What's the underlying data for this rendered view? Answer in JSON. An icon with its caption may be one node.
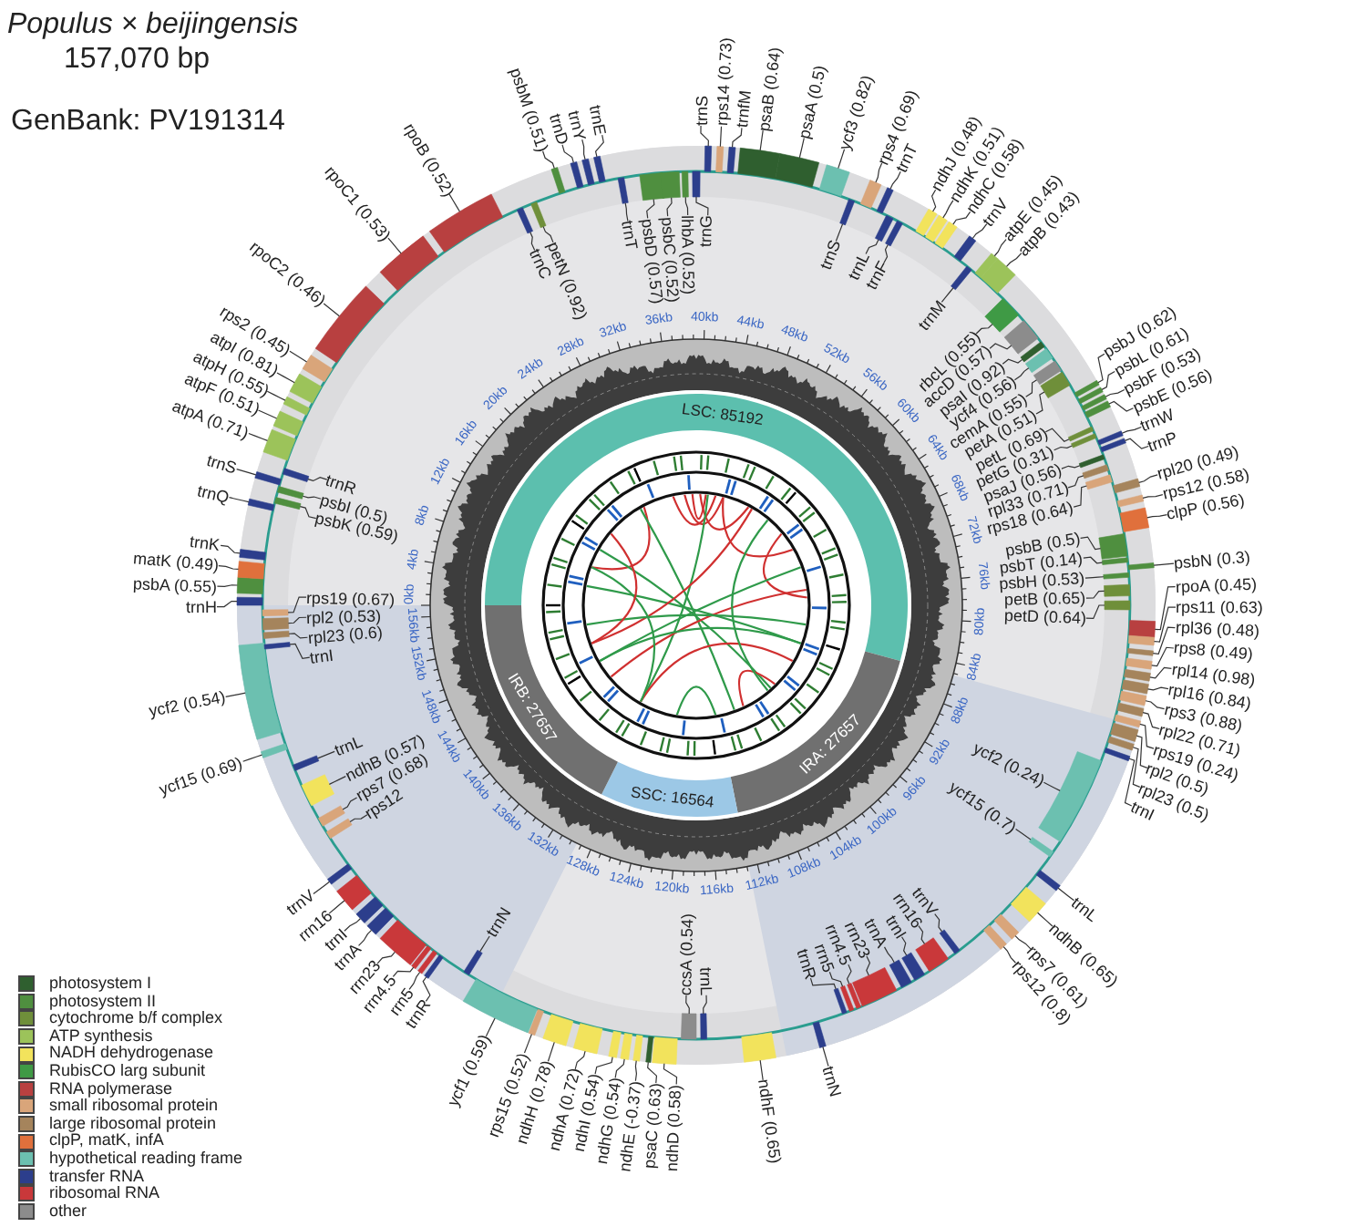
{
  "diagram": {
    "title": "Populus × beijingensis",
    "nodes": [
      {
        "text": [
          "trnH"
        ]
      },
      {
        "text": [
          "psbA (0.55)"
        ]
      },
      {
        "text": [
          "matK (0.49)"
        ]
      },
      {
        "text": [
          "trnK"
        ]
      },
      {
        "text": [
          "trnQ"
        ]
      },
      {
        "text": [
          "psbK (0.59)"
        ]
      },
      {
        "text": [
          "psbI (0.5)"
        ]
      },
      {
        "text": [
          "trnS"
        ]
      },
      {
        "text": [
          "trnR"
        ]
      },
      {
        "text": [
          "atpA (0.71)"
        ]
      },
      {
        "text": [
          "atpF (0.51)"
        ]
      },
      {
        "text": [
          "atpH (0.55)"
        ]
      },
      {
        "text": [
          "atpI (0.81)"
        ]
      },
      {
        "text": [
          "rps2 (0.45)"
        ]
      },
      {
        "text": [
          "rpoC2 (0.46)"
        ]
      },
      {
        "text": [
          "rpoC1 (0.53)"
        ]
      },
      {
        "text": [
          "rpoB (0.52)"
        ]
      },
      {
        "text": [
          "trnC"
        ]
      },
      {
        "text": [
          "petN (0.92)"
        ]
      },
      {
        "text": [
          "psbM (0.51)"
        ]
      },
      {
        "text": [
          "trnD"
        ]
      },
      {
        "text": [
          "trnY"
        ]
      },
      {
        "text": [
          "trnE"
        ]
      },
      {
        "text": [
          "trnT"
        ]
      },
      {
        "text": [
          "psbD (0.57)"
        ]
      },
      {
        "text": [
          "psbC (0.52)"
        ]
      },
      {
        "text": [
          "lhbA (0.52)"
        ]
      },
      {
        "text": [
          "trnG"
        ]
      },
      {
        "text": [
          "trnS"
        ]
      },
      {
        "text": [
          "rps14 (0.73)"
        ]
      },
      {
        "text": [
          "trnfM"
        ]
      },
      {
        "text": [
          "psaB (0.64)"
        ]
      },
      {
        "text": [
          "psaA (0.5)"
        ]
      },
      {
        "text": [
          "ycf3 (0.82)"
        ]
      },
      {
        "text": [
          "trnS"
        ]
      },
      {
        "text": [
          "rps4 (0.69)"
        ]
      },
      {
        "text": [
          "trnT"
        ]
      },
      {
        "text": [
          "trnL"
        ]
      },
      {
        "text": [
          "trnF"
        ]
      },
      {
        "text": [
          "ndhJ (0.48)"
        ]
      },
      {
        "text": [
          "ndhK (0.51)"
        ]
      },
      {
        "text": [
          "ndhC (0.58)"
        ]
      },
      {
        "text": [
          "trnV"
        ]
      },
      {
        "text": [
          "trnM"
        ]
      },
      {
        "text": [
          "atpE (0.45)"
        ]
      },
      {
        "text": [
          "atpB (0.43)"
        ]
      },
      {
        "text": [
          "rbcL (0.55)"
        ]
      },
      {
        "text": [
          "accD (0.57)"
        ]
      },
      {
        "text": [
          "psaI (0.92)"
        ]
      },
      {
        "text": [
          "ycf4 (0.56)"
        ]
      },
      {
        "text": [
          "cemA (0.55)"
        ]
      },
      {
        "text": [
          "petA (0.51)"
        ]
      },
      {
        "text": [
          "psbJ (0.62)"
        ]
      },
      {
        "text": [
          "psbL (0.61)"
        ]
      },
      {
        "text": [
          "psbF (0.53)"
        ]
      },
      {
        "text": [
          "psbE (0.56)"
        ]
      },
      {
        "text": [
          "petL (0.69)"
        ]
      },
      {
        "text": [
          "petG (0.31)"
        ]
      },
      {
        "text": [
          "trnW"
        ]
      },
      {
        "text": [
          "trnP"
        ]
      },
      {
        "text": [
          "psaJ (0.56)"
        ]
      },
      {
        "text": [
          "rpl33 (0.71)"
        ]
      },
      {
        "text": [
          "rps18 (0.64)"
        ]
      },
      {
        "text": [
          "rpl20 (0.49)"
        ]
      },
      {
        "text": [
          "rps12 (0.58)"
        ]
      },
      {
        "text": [
          "clpP (0.56)"
        ]
      },
      {
        "text": [
          "psbB (0.5)"
        ]
      },
      {
        "text": [
          "psbT (0.14)"
        ]
      },
      {
        "text": [
          "psbN (0.3)"
        ]
      },
      {
        "text": [
          "psbH (0.53)"
        ]
      },
      {
        "text": [
          "petB (0.65)"
        ]
      },
      {
        "text": [
          "petD (0.64)"
        ]
      },
      {
        "text": [
          "rpoA (0.45)"
        ]
      },
      {
        "text": [
          "rps11 (0.63)"
        ]
      },
      {
        "text": [
          "rpl36 (0.48)"
        ]
      },
      {
        "text": [
          "rps8 (0.49)"
        ]
      },
      {
        "text": [
          "rpl14 (0.98)"
        ]
      },
      {
        "text": [
          "rpl16 (0.84)"
        ]
      },
      {
        "text": [
          "rps3 (0.88)"
        ]
      },
      {
        "text": [
          "rpl22 (0.71)"
        ]
      },
      {
        "text": [
          "rps19 (0.24)"
        ]
      },
      {
        "text": [
          "rpl2 (0.5)"
        ]
      },
      {
        "text": [
          "rpl23 (0.5)"
        ]
      },
      {
        "text": [
          "trnI"
        ]
      },
      {
        "text": [
          "ycf2 (0.24)"
        ]
      },
      {
        "text": [
          "ycf15 (0.7)"
        ]
      },
      {
        "text": [
          "trnL"
        ]
      },
      {
        "text": [
          "ndhB (0.65)"
        ]
      },
      {
        "text": [
          "rps7 (0.61)"
        ]
      },
      {
        "text": [
          "rps12 (0.8)"
        ]
      },
      {
        "text": [
          "trnV"
        ]
      },
      {
        "text": [
          "rrn16"
        ]
      },
      {
        "text": [
          "trnI"
        ]
      },
      {
        "text": [
          "trnA"
        ]
      },
      {
        "text": [
          "rrn23"
        ]
      },
      {
        "text": [
          "rrn4.5"
        ]
      },
      {
        "text": [
          "rrn5"
        ]
      },
      {
        "text": [
          "trnR"
        ]
      },
      {
        "text": [
          "trnN"
        ]
      },
      {
        "text": [
          "ndhF (0.65)"
        ]
      },
      {
        "text": [
          "trnL"
        ]
      },
      {
        "text": [
          "ccsA (0.54)"
        ]
      },
      {
        "text": [
          "ndhD (0.58)"
        ]
      },
      {
        "text": [
          "psaC (0.63)"
        ]
      },
      {
        "text": [
          "ndhE (-0.37)"
        ]
      },
      {
        "text": [
          "ndhG (0.54)"
        ]
      },
      {
        "text": [
          "ndhI (0.54)"
        ]
      },
      {
        "text": [
          "ndhA (0.72)"
        ]
      },
      {
        "text": [
          "ndhH (0.78)"
        ]
      },
      {
        "text": [
          "rps15 (0.52)"
        ]
      },
      {
        "text": [
          "ycf1 (0.59)"
        ]
      },
      {
        "text": [
          "trnN"
        ]
      },
      {
        "text": [
          "trnR"
        ]
      },
      {
        "text": [
          "rrn5"
        ]
      },
      {
        "text": [
          "rrn4.5"
        ]
      },
      {
        "text": [
          "rrn23"
        ]
      },
      {
        "text": [
          "trnA"
        ]
      },
      {
        "text": [
          "trnI"
        ]
      },
      {
        "text": [
          "rrn16"
        ]
      },
      {
        "text": [
          "trnV"
        ]
      },
      {
        "text": [
          "rps12"
        ]
      },
      {
        "text": [
          "rps7 (0.68)"
        ]
      },
      {
        "text": [
          "ndhB (0.57)"
        ]
      },
      {
        "text": [
          "trnL"
        ]
      },
      {
        "text": [
          "ycf15 (0.69)"
        ]
      },
      {
        "text": [
          "ycf2 (0.54)"
        ]
      },
      {
        "text": [
          "trnI"
        ]
      },
      {
        "text": [
          "rpl23 (0.6)"
        ]
      },
      {
        "text": [
          "rpl2 (0.53)"
        ]
      },
      {
        "text": [
          "rps19 (0.67)"
        ]
      },
      {
        "text": [],
        "shape": "box"
      },
      {
        "text": [],
        "shape": "box"
      },
      {
        "text": [],
        "shape": "box"
      },
      {
        "text": [],
        "shape": "box"
      },
      {
        "text": [],
        "shape": "box"
      },
      {
        "text": [],
        "shape": "box"
      },
      {
        "text": [],
        "shape": "box"
      },
      {
        "text": [],
        "shape": "box"
      },
      {
        "text": [],
        "shape": "box"
      },
      {
        "text": [],
        "shape": "box"
      },
      {
        "text": [],
        "shape": "box"
      },
      {
        "text": [],
        "shape": "box"
      },
      {
        "text": [],
        "shape": "box"
      },
      {
        "text": [],
        "shape": "box"
      },
      {
        "text": [],
        "shape": "box"
      },
      {
        "text": [],
        "shape": "box"
      },
      {
        "text": [],
        "shape": "box"
      },
      {
        "text": [],
        "shape": "box"
      },
      {
        "text": [],
        "shape": "box"
      },
      {
        "text": [],
        "shape": "box"
      },
      {
        "text": [],
        "shape": "box"
      },
      {
        "text": [],
        "shape": "box"
      },
      {
        "text": [],
        "shape": "box"
      },
      {
        "text": [],
        "shape": "box"
      },
      {
        "text": [],
        "shape": "box"
      },
      {
        "text": [],
        "shape": "box"
      },
      {
        "text": [],
        "shape": "box"
      },
      {
        "text": [],
        "shape": "box"
      },
      {
        "text": [],
        "shape": "box"
      },
      {
        "text": [],
        "shape": "box"
      },
      {
        "text": [],
        "shape": "box"
      },
      {
        "text": [],
        "shape": "box"
      },
      {
        "text": [],
        "shape": "box"
      },
      {
        "text": [],
        "shape": "box"
      },
      {
        "text": [],
        "shape": "box"
      },
      {
        "text": [],
        "shape": "box"
      },
      {
        "text": [],
        "shape": "box"
      },
      {
        "text": [],
        "shape": "box"
      },
      {
        "text": [],
        "shape": "box"
      },
      {
        "text": [],
        "shape": "box"
      },
      {
        "text": [],
        "shape": "box"
      },
      {
        "text": [],
        "shape": "box"
      },
      {
        "text": [],
        "shape": "box"
      },
      {
        "text": [],
        "shape": "box"
      },
      {
        "text": [],
        "shape": "box"
      },
      {
        "text": [],
        "shape": "box"
      },
      {
        "text": [],
        "shape": "box"
      },
      {
        "text": [],
        "shape": "box"
      },
      {
        "text": [],
        "shape": "box"
      },
      {
        "text": [],
        "shape": "box"
      },
      {
        "text": [],
        "shape": "box"
      },
      {
        "text": [],
        "shape": "box"
      },
      {
        "text": [],
        "shape": "box"
      },
      {
        "text": [],
        "shape": "box"
      },
      {
        "text": [],
        "shape": "box"
      },
      {
        "text": [],
        "shape": "box"
      },
      {
        "text": [],
        "shape": "box"
      },
      {
        "text": [],
        "shape": "box"
      },
      {
        "text": [],
        "shape": "box"
      },
      {
        "text": [],
        "shape": "box"
      },
      {
        "text": [],
        "shape": "box"
      },
      {
        "text": [],
        "shape": "box"
      },
      {
        "text": [],
        "shape": "box"
      },
      {
        "text": [],
        "shape": "box"
      },
      {
        "text": [],
        "shape": "box"
      },
      {
        "text": [],
        "shape": "box"
      },
      {
        "text": [],
        "shape": "box"
      },
      {
        "text": [],
        "shape": "box"
      },
      {
        "text": [],
        "shape": "box"
      },
      {
        "text": [],
        "shape": "box"
      },
      {
        "text": [],
        "shape": "box"
      },
      {
        "text": [],
        "shape": "box"
      },
      {
        "text": [],
        "shape": "box"
      },
      {
        "text": [],
        "shape": "box"
      },
      {
        "text": [],
        "shape": "box"
      },
      {
        "text": [],
        "shape": "box"
      },
      {
        "text": [],
        "shape": "box"
      },
      {
        "text": [],
        "shape": "box"
      },
      {
        "text": [],
        "shape": "box"
      },
      {
        "text": [],
        "shape": "box"
      },
      {
        "text": [],
        "shape": "box"
      },
      {
        "text": [],
        "shape": "box"
      },
      {
        "text": [],
        "shape": "box"
      },
      {
        "text": [],
        "shape": "box"
      },
      {
        "text": [],
        "shape": "box"
      },
      {
        "text": [],
        "shape": "box"
      },
      {
        "text": [],
        "shape": "box"
      },
      {
        "text": [],
        "shape": "box"
      },
      {
        "text": [],
        "shape": "box"
      },
      {
        "text": [],
        "shape": "box"
      },
      {
        "text": [],
        "shape": "box"
      },
      {
        "text": [],
        "shape": "box"
      },
      {
        "text": [],
        "shape": "box"
      },
      {
        "text": [],
        "shape": "box"
      },
      {
        "text": [],
        "shape": "box"
      },
      {
        "text": [],
        "shape": "box"
      },
      {
        "text": [],
        "shape": "box"
      },
      {
        "text": [],
        "shape": "box"
      },
      {
        "text": [],
        "shape": "box"
      },
      {
        "text": [],
        "shape": "box"
      },
      {
        "text": [],
        "shape": "box"
      },
      {
        "text": [],
        "shape": "box"
      },
      {
        "text": [],
        "shape": "box"
      },
      {
        "text": [],
        "shape": "box"
      },
      {
        "text": [],
        "shape": "box"
      },
      {
        "text": [],
        "shape": "box"
      },
      {
        "text": [],
        "shape": "box"
      },
      {
        "text": [],
        "shape": "box"
      },
      {
        "text": [],
        "shape": "box"
      },
      {
        "text": [],
        "shape": "box"
      },
      {
        "text": [],
        "shape": "box"
      },
      {
        "text": [],
        "shape": "box"
      },
      {
        "text": [],
        "shape": "box"
      },
      {
        "text": [],
        "shape": "box"
      },
      {
        "text": [],
        "shape": "box"
      },
      {
        "text": [],
        "shape": "box"
      },
      {
        "text": [],
        "shape": "box"
      },
      {
        "text": [],
        "shape": "box"
      },
      {
        "text": [],
        "shape": "box"
      },
      {
        "text": [],
        "shape": "box"
      },
      {
        "text": [],
        "shape": "box"
      },
      {
        "text": [],
        "shape": "box"
      },
      {
        "text": [],
        "shape": "box"
      },
      {
        "text": [],
        "shape": "box"
      },
      {
        "text": [],
        "shape": "box"
      },
      {
        "text": [],
        "shape": "box"
      },
      {
        "text": [],
        "shape": "box"
      },
      {
        "text": [],
        "shape": "box"
      },
      {
        "text": [],
        "shape": "box"
      },
      {
        "text": [],
        "shape": "box"
      }
    ],
    "edges": [
      {
        "from": 0,
        "to": 130,
        "arrow": "none"
      },
      {
        "from": 1,
        "to": 131,
        "arrow": "none"
      },
      {
        "from": 2,
        "to": 132,
        "arrow": "none"
      },
      {
        "from": 3,
        "to": 133,
        "arrow": "none"
      },
      {
        "from": 4,
        "to": 134,
        "arrow": "none"
      },
      {
        "from": 5,
        "to": 135,
        "arrow": "none"
      },
      {
        "from": 6,
        "to": 136,
        "arrow": "none"
      },
      {
        "from": 7,
        "to": 137,
        "arrow": "none"
      },
      {
        "from": 8,
        "to": 138,
        "arrow": "none"
      },
      {
        "from": 9,
        "to": 139,
        "arrow": "none"
      },
      {
        "from": 10,
        "to": 140,
        "arrow": "none"
      },
      {
        "from": 11,
        "to": 141,
        "arrow": "none"
      },
      {
        "from": 12,
        "to": 142,
        "arrow": "none"
      },
      {
        "from": 13,
        "to": 143,
        "arrow": "none"
      },
      {
        "from": 14,
        "to": 144,
        "arrow": "none"
      },
      {
        "from": 15,
        "to": 145,
        "arrow": "none"
      },
      {
        "from": 16,
        "to": 146,
        "arrow": "none"
      },
      {
        "from": 17,
        "to": 147,
        "arrow": "none"
      },
      {
        "from": 18,
        "to": 148,
        "arrow": "none"
      },
      {
        "from": 19,
        "to": 149,
        "arrow": "none"
      },
      {
        "from": 20,
        "to": 150,
        "arrow": "none"
      },
      {
        "from": 21,
        "to": 151,
        "arrow": "none"
      },
      {
        "from": 22,
        "to": 152,
        "arrow": "none"
      },
      {
        "from": 23,
        "to": 153,
        "arrow": "none"
      },
      {
        "from": 24,
        "to": 154,
        "arrow": "none"
      },
      {
        "from": 25,
        "to": 155,
        "arrow": "none"
      },
      {
        "from": 26,
        "to": 156,
        "arrow": "none"
      },
      {
        "from": 27,
        "to": 157,
        "arrow": "none"
      },
      {
        "from": 28,
        "to": 158,
        "arrow": "none"
      },
      {
        "from": 29,
        "to": 159,
        "arrow": "none"
      },
      {
        "from": 30,
        "to": 160,
        "arrow": "none"
      },
      {
        "from": 31,
        "to": 161,
        "arrow": "none"
      },
      {
        "from": 32,
        "to": 162,
        "arrow": "none"
      },
      {
        "from": 33,
        "to": 163,
        "arrow": "none"
      },
      {
        "from": 34,
        "to": 164,
        "arrow": "none"
      },
      {
        "from": 35,
        "to": 165,
        "arrow": "none"
      },
      {
        "from": 36,
        "to": 166,
        "arrow": "none"
      },
      {
        "from": 37,
        "to": 167,
        "arrow": "none"
      },
      {
        "from": 38,
        "to": 168,
        "arrow": "none"
      },
      {
        "from": 39,
        "to": 169,
        "arrow": "none"
      },
      {
        "from": 40,
        "to": 170,
        "arrow": "none"
      },
      {
        "from": 41,
        "to": 171,
        "arrow": "none"
      },
      {
        "from": 42,
        "to": 172,
        "arrow": "none"
      },
      {
        "from": 43,
        "to": 173,
        "arrow": "none"
      },
      {
        "from": 44,
        "to": 174,
        "arrow": "none"
      },
      {
        "from": 45,
        "to": 175,
        "arrow": "none"
      },
      {
        "from": 46,
        "to": 176,
        "arrow": "none"
      },
      {
        "from": 47,
        "to": 177,
        "arrow": "none"
      },
      {
        "from": 48,
        "to": 178,
        "arrow": "none"
      },
      {
        "from": 49,
        "to": 179,
        "arrow": "none"
      },
      {
        "from": 50,
        "to": 180,
        "arrow": "none"
      },
      {
        "from": 51,
        "to": 181,
        "arrow": "none"
      },
      {
        "from": 52,
        "to": 182,
        "arrow": "none"
      },
      {
        "from": 53,
        "to": 183,
        "arrow": "none"
      },
      {
        "from": 54,
        "to": 184,
        "arrow": "none"
      },
      {
        "from": 55,
        "to": 185,
        "arrow": "none"
      },
      {
        "from": 56,
        "to": 186,
        "arrow": "none"
      },
      {
        "from": 57,
        "to": 187,
        "arrow": "none"
      },
      {
        "from": 58,
        "to": 188,
        "arrow": "none"
      },
      {
        "from": 59,
        "to": 189,
        "arrow": "none"
      },
      {
        "from": 60,
        "to": 190,
        "arrow": "none"
      },
      {
        "from": 61,
        "to": 191,
        "arrow": "none"
      },
      {
        "from": 62,
        "to": 192,
        "arrow": "none"
      },
      {
        "from": 63,
        "to": 193,
        "arrow": "none"
      },
      {
        "from": 64,
        "to": 194,
        "arrow": "none"
      },
      {
        "from": 65,
        "to": 195,
        "arrow": "none"
      },
      {
        "from": 66,
        "to": 196,
        "arrow": "none"
      },
      {
        "from": 67,
        "to": 197,
        "arrow": "none"
      },
      {
        "from": 68,
        "to": 198,
        "arrow": "none"
      },
      {
        "from": 69,
        "to": 199,
        "arrow": "none"
      },
      {
        "from": 70,
        "to": 200,
        "arrow": "none"
      },
      {
        "from": 71,
        "to": 201,
        "arrow": "none"
      },
      {
        "from": 72,
        "to": 202,
        "arrow": "none"
      },
      {
        "from": 73,
        "to": 203,
        "arrow": "none"
      },
      {
        "from": 74,
        "to": 204,
        "arrow": "none"
      },
      {
        "from": 75,
        "to": 205,
        "arrow": "none"
      },
      {
        "from": 76,
        "to": 206,
        "arrow": "none"
      },
      {
        "from": 77,
        "to": 207,
        "arrow": "none"
      },
      {
        "from": 78,
        "to": 208,
        "arrow": "none"
      },
      {
        "from": 79,
        "to": 209,
        "arrow": "none"
      },
      {
        "from": 80,
        "to": 210,
        "arrow": "none"
      },
      {
        "from": 81,
        "to": 211,
        "arrow": "none"
      },
      {
        "from": 82,
        "to": 212,
        "arrow": "none"
      },
      {
        "from": 83,
        "to": 213,
        "arrow": "none"
      },
      {
        "from": 84,
        "to": 214,
        "arrow": "none"
      },
      {
        "from": 85,
        "to": 215,
        "arrow": "none"
      },
      {
        "from": 86,
        "to": 216,
        "arrow": "none"
      },
      {
        "from": 87,
        "to": 217,
        "arrow": "none"
      },
      {
        "from": 88,
        "to": 218,
        "arrow": "none"
      },
      {
        "from": 89,
        "to": 219,
        "arrow": "none"
      },
      {
        "from": 90,
        "to": 220,
        "arrow": "none"
      },
      {
        "from": 91,
        "to": 221,
        "arrow": "none"
      },
      {
        "from": 92,
        "to": 222,
        "arrow": "none"
      },
      {
        "from": 93,
        "to": 223,
        "arrow": "none"
      },
      {
        "from": 94,
        "to": 224,
        "arrow": "none"
      },
      {
        "from": 95,
        "to": 225,
        "arrow": "none"
      },
      {
        "from": 96,
        "to": 226,
        "arrow": "none"
      },
      {
        "from": 97,
        "to": 227,
        "arrow": "none"
      },
      {
        "from": 98,
        "to": 228,
        "arrow": "none"
      },
      {
        "from": 99,
        "to": 229,
        "arrow": "none"
      },
      {
        "from": 100,
        "to": 230,
        "arrow": "none"
      },
      {
        "from": 101,
        "to": 231,
        "arrow": "none"
      },
      {
        "from": 102,
        "to": 232,
        "arrow": "none"
      },
      {
        "from": 103,
        "to": 233,
        "arrow": "none"
      },
      {
        "from": 104,
        "to": 234,
        "arrow": "none"
      },
      {
        "from": 105,
        "to": 235,
        "arrow": "none"
      },
      {
        "from": 106,
        "to": 236,
        "arrow": "none"
      },
      {
        "from": 107,
        "to": 237,
        "arrow": "none"
      },
      {
        "from": 108,
        "to": 238,
        "arrow": "none"
      },
      {
        "from": 109,
        "to": 239,
        "arrow": "none"
      },
      {
        "from": 110,
        "to": 240,
        "arrow": "none"
      },
      {
        "from": 111,
        "to": 241,
        "arrow": "none"
      },
      {
        "from": 112,
        "to": 242,
        "arrow": "none"
      },
      {
        "from": 113,
        "to": 243,
        "arrow": "none"
      },
      {
        "from": 114,
        "to": 244,
        "arrow": "none"
      },
      {
        "from": 115,
        "to": 245,
        "arrow": "none"
      },
      {
        "from": 116,
        "to": 246,
        "arrow": "none"
      },
      {
        "from": 117,
        "to": 247,
        "arrow": "none"
      },
      {
        "from": 118,
        "to": 248,
        "arrow": "none"
      },
      {
        "from": 119,
        "to": 249,
        "arrow": "none"
      },
      {
        "from": 120,
        "to": 250,
        "arrow": "none"
      },
      {
        "from": 121,
        "to": 251,
        "arrow": "none"
      },
      {
        "from": 122,
        "to": 252,
        "arrow": "none"
      },
      {
        "from": 123,
        "to": 253,
        "arrow": "none"
      },
      {
        "from": 124,
        "to": 254,
        "arrow": "none"
      },
      {
        "from": 125,
        "to": 255,
        "arrow": "none"
      },
      {
        "from": 126,
        "to": 256,
        "arrow": "none"
      },
      {
        "from": 127,
        "to": 257,
        "arrow": "none"
      },
      {
        "from": 128,
        "to": 258,
        "arrow": "none"
      },
      {
        "from": 129,
        "to": 259,
        "arrow": "none"
      }
    ],
    "labels": [
      "157,070 bp",
      "GenBank: PV191314",
      "LSC: 85192",
      "IRA: 27657",
      "SSC: 16564",
      "IRB: 27657",
      "0kb",
      "4kb",
      "8kb",
      "12kb",
      "16kb",
      "20kb",
      "24kb",
      "28kb",
      "32kb",
      "36kb",
      "40kb",
      "44kb",
      "48kb",
      "52kb",
      "56kb",
      "60kb",
      "64kb",
      "68kb",
      "72kb",
      "76kb",
      "80kb",
      "84kb",
      "88kb",
      "92kb",
      "96kb",
      "100kb",
      "104kb",
      "108kb",
      "112kb",
      "116kb",
      "120kb",
      "124kb",
      "128kb",
      "132kb",
      "136kb",
      "140kb",
      "144kb",
      "148kb",
      "152kb",
      "156kb"
    ],
    "legend": [
      {
        "text": "photosystem I",
        "color": "#2f5f2f"
      },
      {
        "text": "photosystem II",
        "color": "#4f8f3f"
      },
      {
        "text": "cytochrome b/f complex",
        "color": "#6f8f3a"
      },
      {
        "text": "ATP synthesis",
        "color": "#9cc35a"
      },
      {
        "text": "NADH dehydrogenase",
        "color": "#f2e35c"
      },
      {
        "text": "RubisCO larg subunit",
        "color": "#3f9a45"
      },
      {
        "text": "RNA polymerase",
        "color": "#b84040"
      },
      {
        "text": "small ribosomal protein",
        "color": "#d9a57a"
      },
      {
        "text": "large ribosomal protein",
        "color": "#a5845c"
      },
      {
        "text": "clpP, matK, infA",
        "color": "#e0703c"
      },
      {
        "text": "hypothetical reading frame",
        "color": "#6cc0b0"
      },
      {
        "text": "transfer RNA",
        "color": "#2c3e8c"
      },
      {
        "text": "ribosomal RNA",
        "color": "#c9383a"
      },
      {
        "text": "other",
        "color": "#8c8c8c"
      }
    ]
  }
}
